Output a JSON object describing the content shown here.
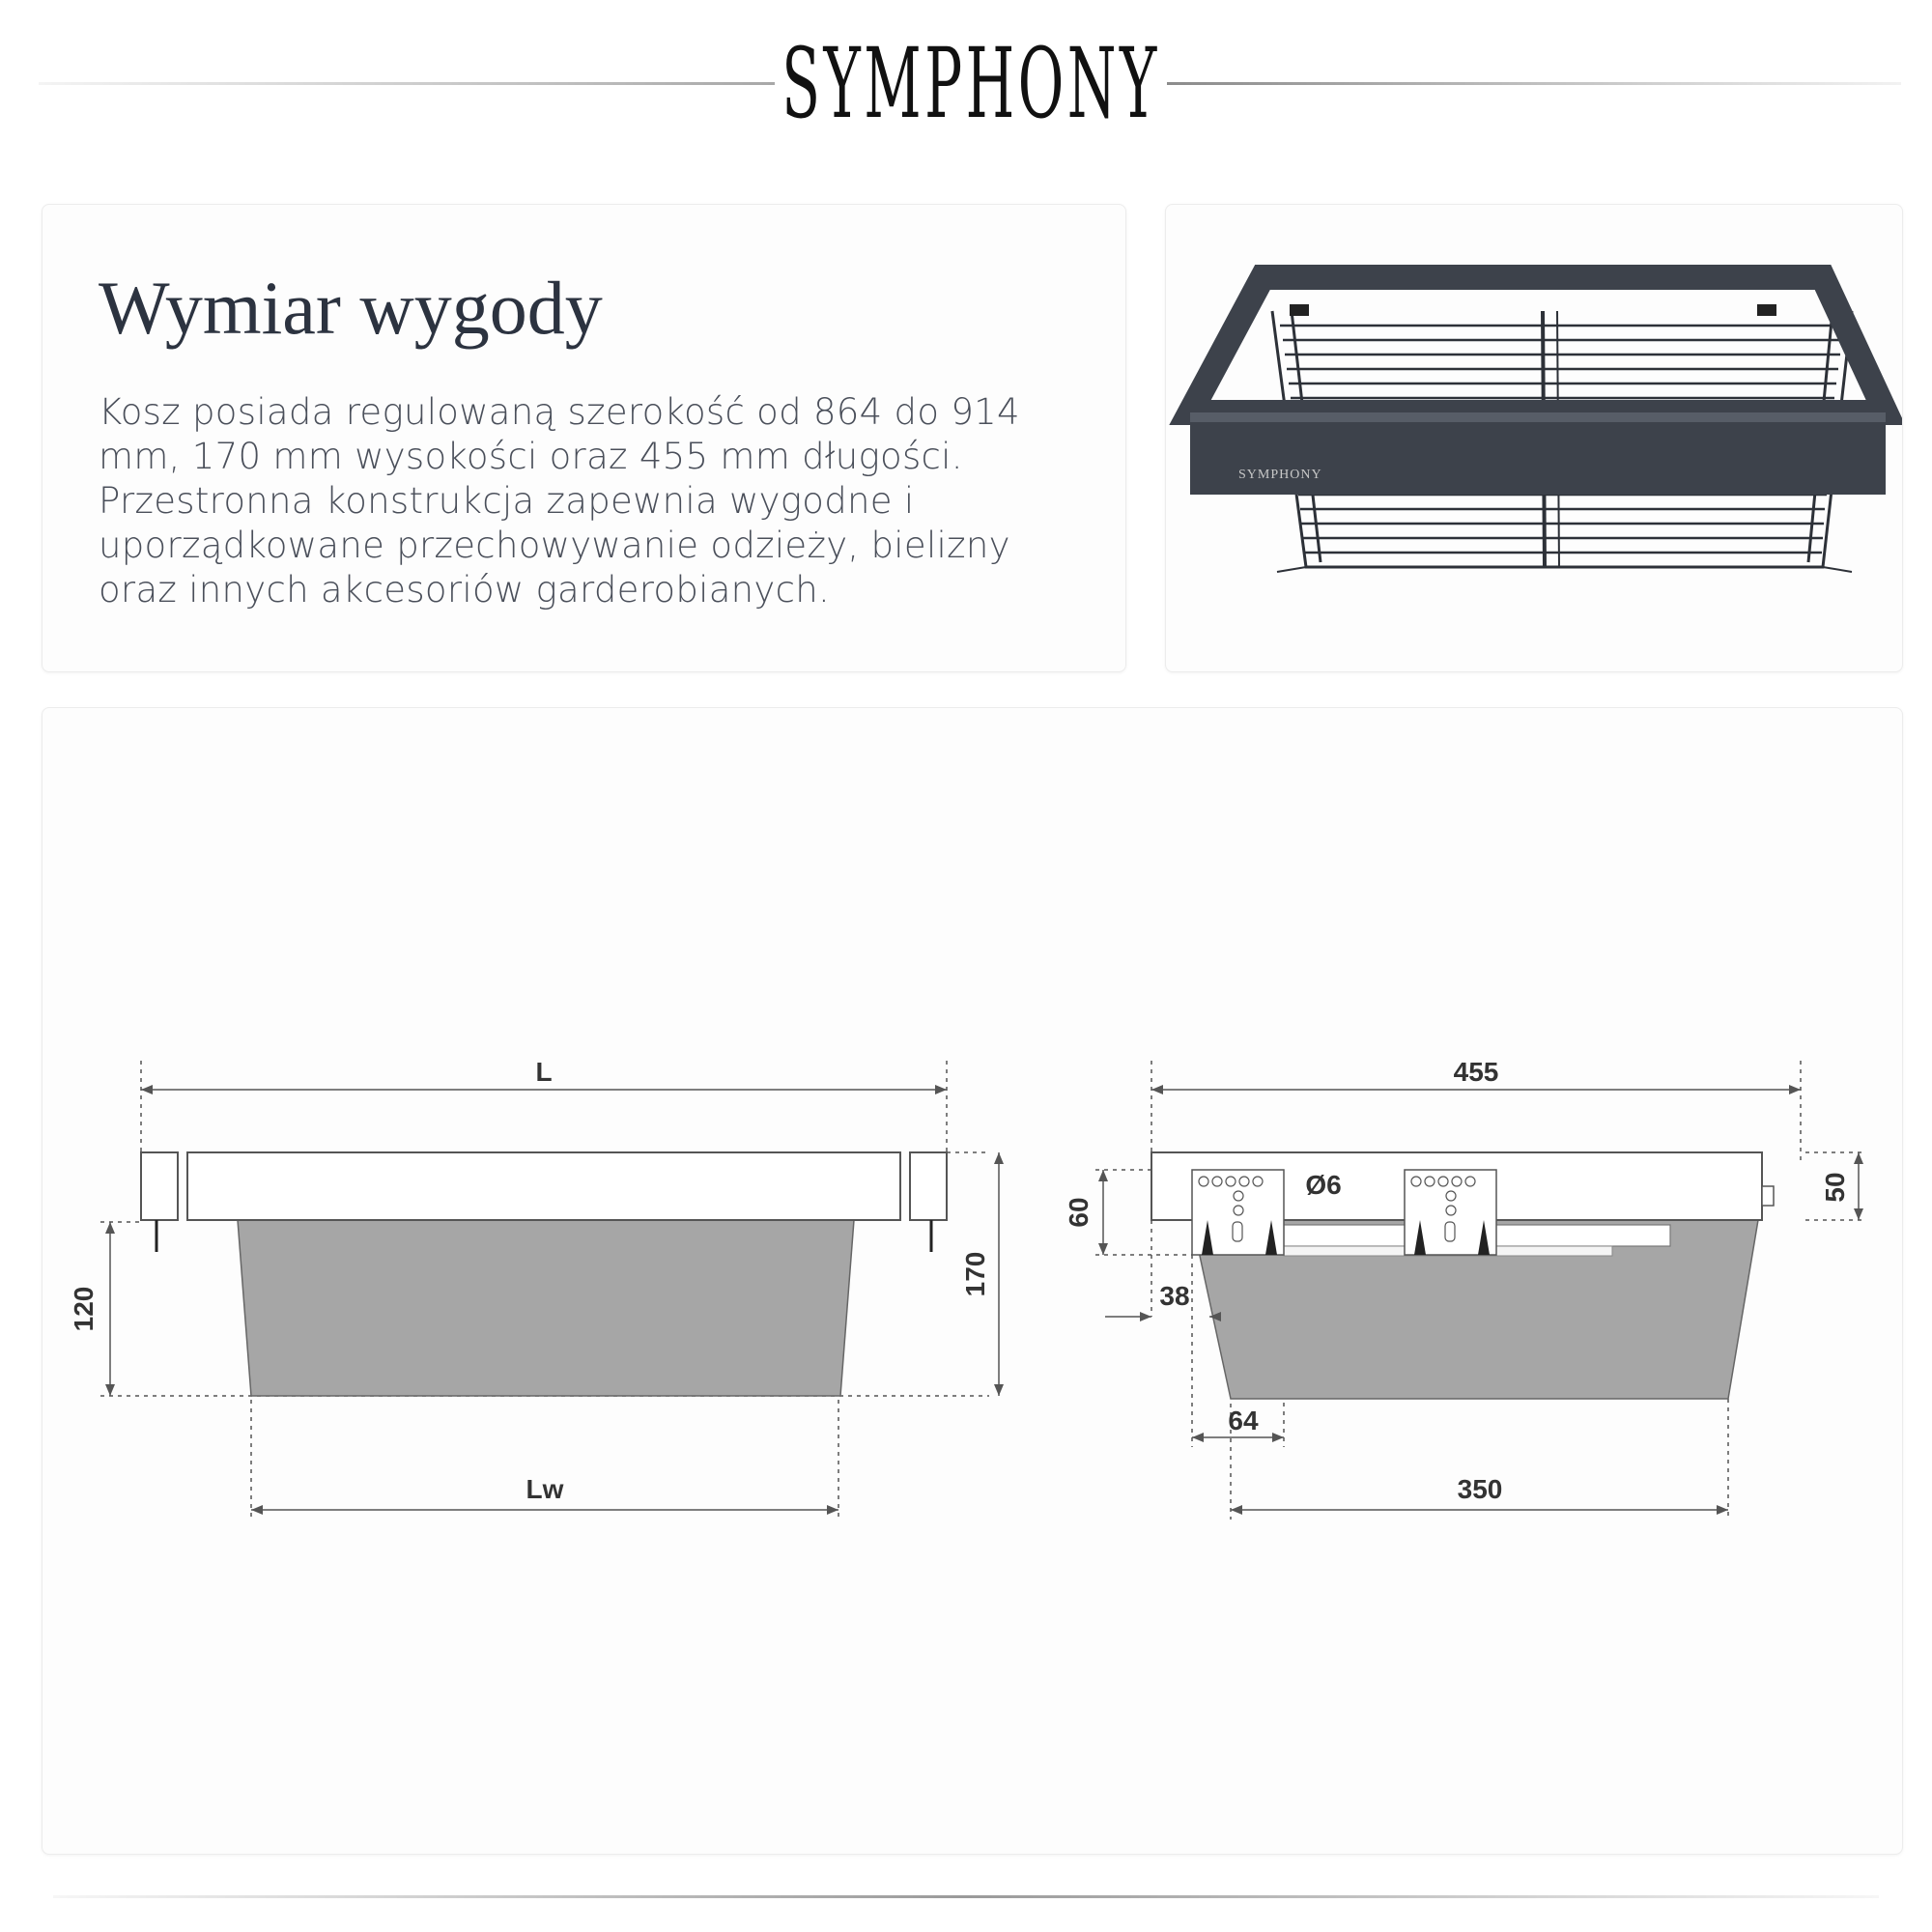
{
  "header": {
    "logo_text": "SYMPHONY"
  },
  "text_card": {
    "title": "Wymiar wygody",
    "body": "Kosz posiada regulowaną szerokość od 864 do 914 mm, 170 mm wysokości oraz 455 mm długości. Przestronna konstrukcja zapewnia wygodne i uporządkowane przechowywanie odzieży, bielizny oraz innych akcesoriów garderobianych."
  },
  "photo_card": {
    "frame_brand": "SYMPHONY"
  },
  "diagram": {
    "front_view": {
      "top_width_label": "L",
      "bottom_width_label": "Lw",
      "left_height_label": "120",
      "right_height_label": "170"
    },
    "side_view": {
      "length_label": "455",
      "frame_height_label": "50",
      "bracket_height_label": "60",
      "hole_label": "Ø6",
      "offset_label": "38",
      "bracket_width_label": "64",
      "bottom_length_label": "350"
    }
  },
  "colors": {
    "title": "#2c3340",
    "body_text": "#4a4f5a",
    "basket_fill": "#a6a6a6",
    "frame_dark": "#3d424b"
  }
}
